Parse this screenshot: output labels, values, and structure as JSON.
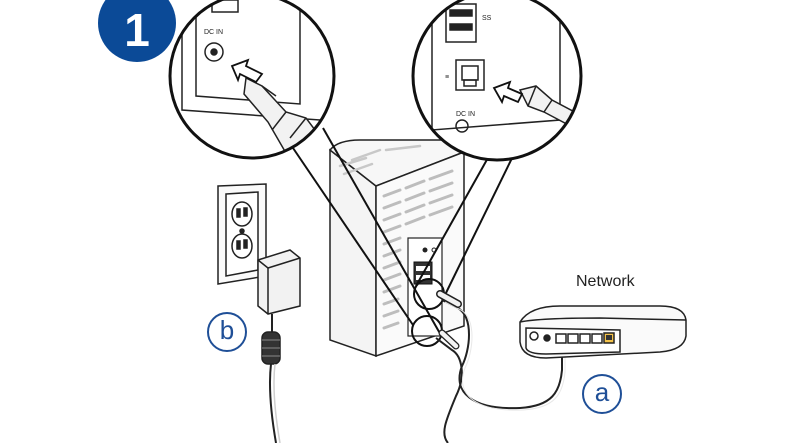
{
  "step": {
    "number": "1"
  },
  "labels": {
    "network": "Network",
    "callout_a": "a",
    "callout_b": "b"
  },
  "colors": {
    "badge": "#0b4a97",
    "callout": "#1f4f97",
    "line": "#222222"
  }
}
